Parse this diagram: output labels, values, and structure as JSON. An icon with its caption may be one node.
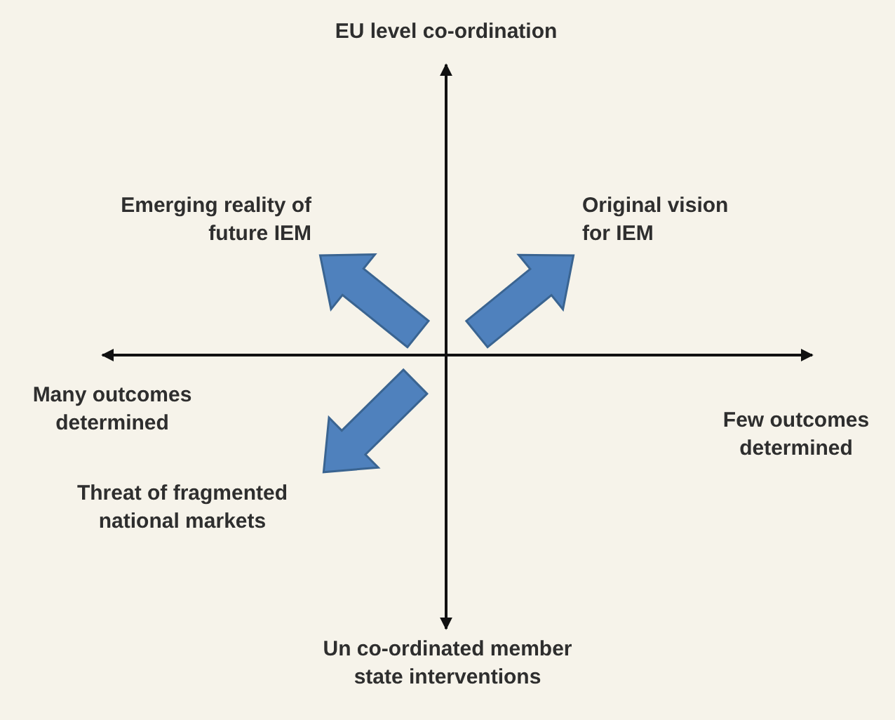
{
  "diagram": {
    "nodes": [
      {
        "text": [
          "Emerging reality of future IEM"
        ]
      },
      {
        "text": [
          "Original vision for IEM"
        ]
      },
      {
        "text": [
          "Threat of fragmented national markets"
        ]
      }
    ],
    "edges": [
      {
        "from": null,
        "to": 0,
        "arrow": "to"
      },
      {
        "from": null,
        "to": 1,
        "arrow": "to"
      },
      {
        "from": null,
        "to": 2,
        "arrow": "to"
      }
    ],
    "labels": [
      "EU level co-ordination",
      "Many outcomes determined",
      "Few outcomes determined",
      "Un co-ordinated member state interventions"
    ]
  }
}
